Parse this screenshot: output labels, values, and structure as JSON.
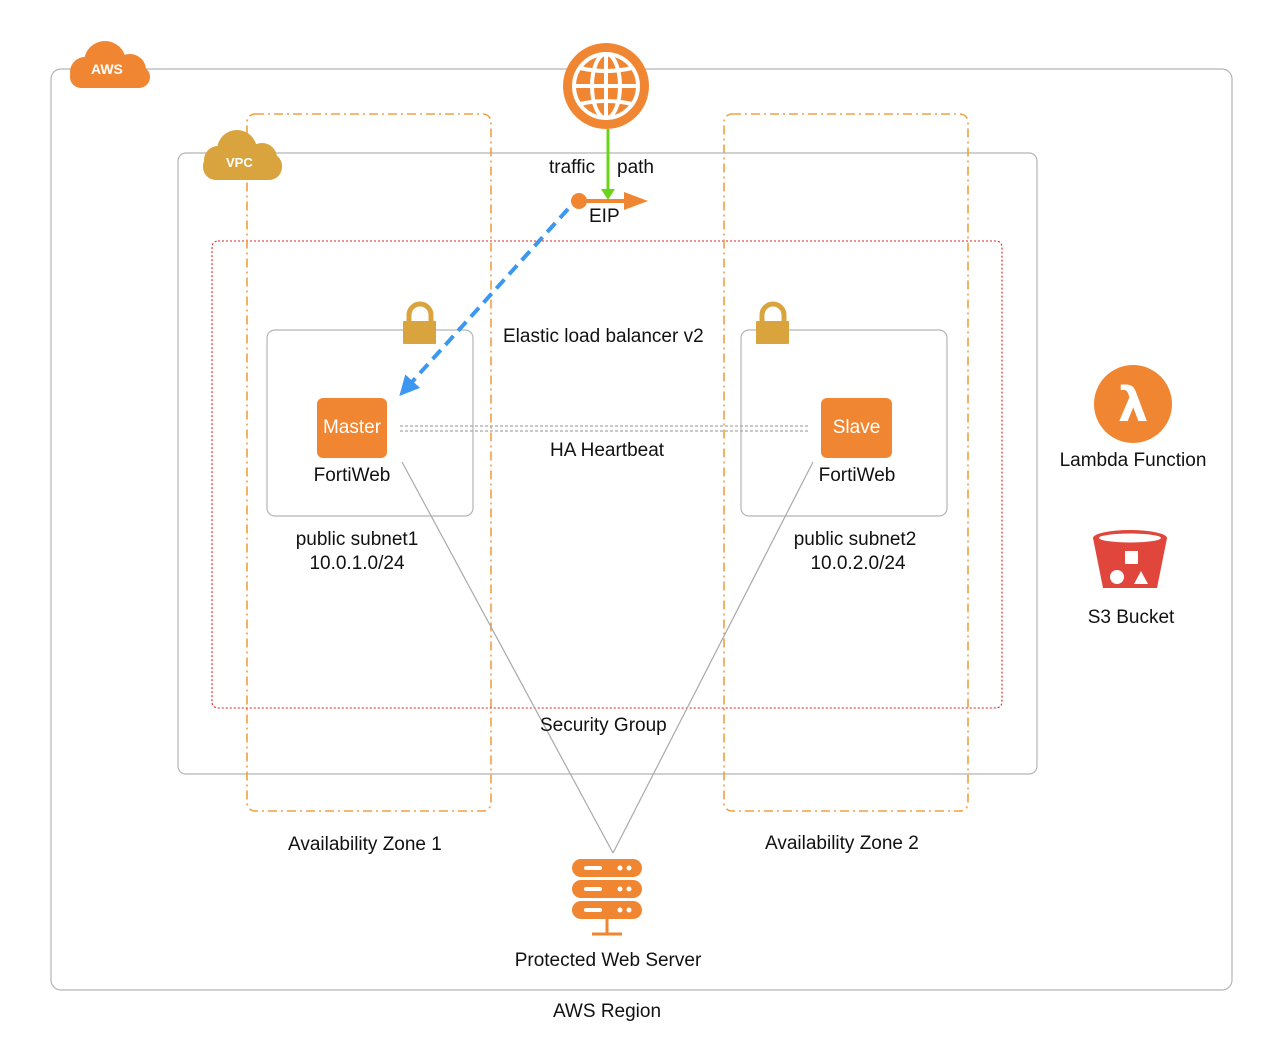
{
  "region": {
    "badge": "AWS",
    "label": "AWS Region"
  },
  "vpc": {
    "badge": "VPC"
  },
  "internet": {
    "icon": "globe-icon",
    "traffic_word1": "traffic",
    "traffic_word2": "path",
    "eip_label": "EIP"
  },
  "load_balancer": {
    "label": "Elastic load balancer v2"
  },
  "security_group": {
    "label": "Security Group"
  },
  "heartbeat": {
    "label": "HA Heartbeat"
  },
  "zone1": {
    "label": "Availability Zone 1",
    "subnet_name": "public subnet1",
    "subnet_cidr": "10.0.1.0/24",
    "node_role": "Master",
    "node_product": "FortiWeb"
  },
  "zone2": {
    "label": "Availability Zone 2",
    "subnet_name": "public subnet2",
    "subnet_cidr": "10.0.2.0/24",
    "node_role": "Slave",
    "node_product": "FortiWeb"
  },
  "services": {
    "lambda_label": "Lambda Function",
    "s3_label": "S3 Bucket"
  },
  "server": {
    "label": "Protected Web Server"
  },
  "colors": {
    "aws_orange": "#f08632",
    "vpc_gold": "#d9a43e",
    "security_group_red": "#e02020",
    "traffic_green": "#6ad41a",
    "dashed_blue": "#3b97f0",
    "s3_red": "#e0463c",
    "border_gray": "#b5b5b5"
  }
}
